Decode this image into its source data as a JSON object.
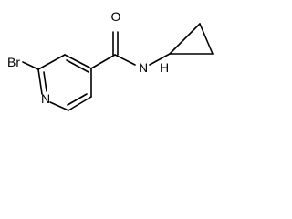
{
  "molecule": {
    "atoms": {
      "bromine": "Br",
      "pyridine_nitrogen": "N",
      "carbonyl_oxygen": "O",
      "amide_nitrogen": "N",
      "amide_hydrogen": "H"
    }
  }
}
